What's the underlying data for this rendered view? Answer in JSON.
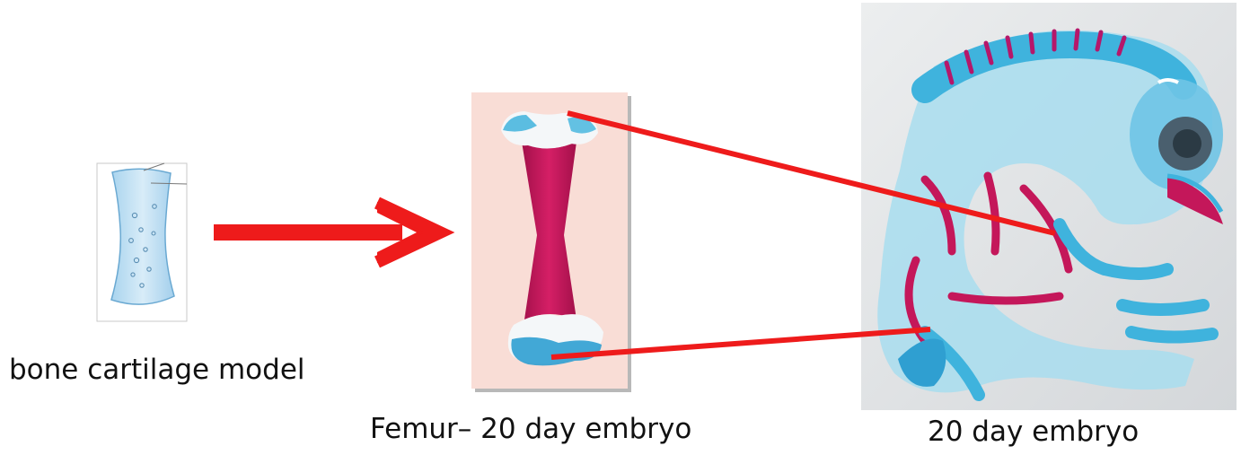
{
  "captions": {
    "cartilage_model": "bone  cartilage model",
    "femur": "Femur– 20 day embryo",
    "embryo": "20 day embryo"
  },
  "colors": {
    "arrow": "#ee1b1b",
    "leader_lines": "#ee1b1b",
    "cartilage_stain": "#3fb3dd",
    "bone_stain": "#c4175a",
    "femur_background": "#f9ddd6",
    "photo_background": "#e6e8ea"
  }
}
